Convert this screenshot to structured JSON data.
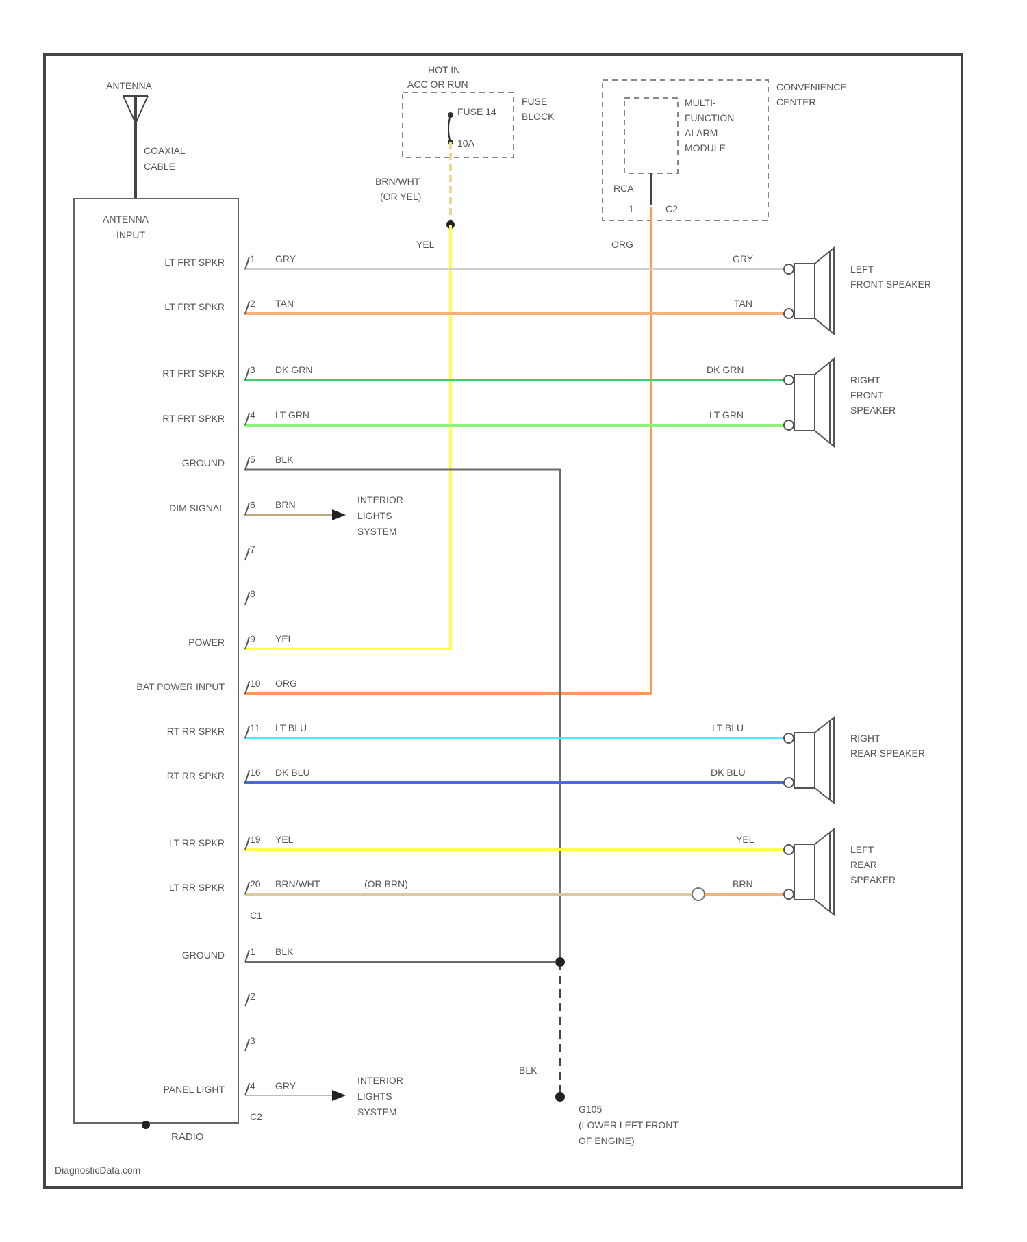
{
  "colors": {
    "GRY": "#cfcfcf",
    "TAN": "#f2b27a",
    "DK_GRN": "#3ed06a",
    "LT_GRN": "#8ff07c",
    "BLK": "#6a6a6a",
    "BRN": "#bfa87a",
    "YEL": "#ffff4a",
    "ORG": "#ff9a50",
    "LT_BLU": "#3ff0ff",
    "DK_BLU": "#4a6ad8",
    "BRN_WHT": "#d8c9a0",
    "frame": "#444444"
  },
  "antenna": {
    "label": "ANTENNA",
    "cable_label_1": "COAXIAL",
    "cable_label_2": "CABLE"
  },
  "hot": {
    "line1": "HOT IN",
    "line2": "ACC OR RUN"
  },
  "fuse": {
    "name": "FUSE 14",
    "rating": "10A",
    "block_1": "FUSE",
    "block_2": "BLOCK",
    "wire_1": "BRN/WHT",
    "wire_2": "(OR YEL)",
    "wire_down": "YEL"
  },
  "convenience": {
    "center_1": "CONVENIENCE",
    "center_2": "CENTER",
    "module_1": "MULTI-",
    "module_2": "FUNCTION",
    "module_3": "ALARM",
    "module_4": "MODULE",
    "conn_1": "RCA",
    "conn_pin": "1",
    "conn_2": "C2",
    "wire_down": "ORG"
  },
  "radio": {
    "antenna_input_1": "ANTENNA",
    "antenna_input_2": "INPUT",
    "label": "RADIO",
    "c1": "C1",
    "c2": "C2",
    "rows": [
      {
        "label": "LT FRT SPKR",
        "pin": "1",
        "wire": "GRY"
      },
      {
        "label": "LT FRT SPKR",
        "pin": "2",
        "wire": "TAN"
      },
      {
        "label": "RT FRT SPKR",
        "pin": "3",
        "wire": "DK GRN"
      },
      {
        "label": "RT FRT SPKR",
        "pin": "4",
        "wire": "LT GRN"
      },
      {
        "label": "GROUND",
        "pin": "5",
        "wire": "BLK"
      },
      {
        "label": "DIM SIGNAL",
        "pin": "6",
        "wire": "BRN"
      },
      {
        "label": "",
        "pin": "7",
        "wire": ""
      },
      {
        "label": "",
        "pin": "8",
        "wire": ""
      },
      {
        "label": "POWER",
        "pin": "9",
        "wire": "YEL"
      },
      {
        "label": "BAT POWER INPUT",
        "pin": "10",
        "wire": "ORG"
      },
      {
        "label": "RT RR SPKR",
        "pin": "11",
        "wire": "LT BLU"
      },
      {
        "label": "RT RR SPKR",
        "pin": "16",
        "wire": "DK BLU"
      },
      {
        "label": "LT RR SPKR",
        "pin": "19",
        "wire": "YEL"
      },
      {
        "label": "LT RR SPKR",
        "pin": "20",
        "wire": "BRN/WHT",
        "wire_alt": "(OR BRN)"
      },
      {
        "label": "GROUND",
        "pin": "1",
        "wire": "BLK"
      },
      {
        "label": "",
        "pin": "2",
        "wire": ""
      },
      {
        "label": "",
        "pin": "3",
        "wire": ""
      },
      {
        "label": "PANEL LIGHT",
        "pin": "4",
        "wire": "GRY"
      }
    ]
  },
  "speakers": {
    "left_front": {
      "line1": "LEFT",
      "line2": "FRONT SPEAKER",
      "wire_a": "GRY",
      "wire_b": "TAN"
    },
    "right_front": {
      "line1": "RIGHT",
      "line2": "FRONT",
      "line3": "SPEAKER",
      "wire_a": "DK GRN",
      "wire_b": "LT GRN"
    },
    "right_rear": {
      "line1": "RIGHT",
      "line2": "REAR SPEAKER",
      "wire_a": "LT BLU",
      "wire_b": "DK BLU"
    },
    "left_rear": {
      "line1": "LEFT",
      "line2": "REAR",
      "line3": "SPEAKER",
      "wire_a": "YEL",
      "wire_b": "BRN"
    }
  },
  "interior_1": {
    "line1": "INTERIOR",
    "line2": "LIGHTS",
    "line3": "SYSTEM"
  },
  "interior_2": {
    "line1": "INTERIOR",
    "line2": "LIGHTS",
    "line3": "SYSTEM"
  },
  "ground_point": {
    "wire": "BLK",
    "line1": "G105",
    "line2": "(LOWER LEFT FRONT",
    "line3": "OF ENGINE)"
  },
  "brand": "DiagnosticData.com"
}
